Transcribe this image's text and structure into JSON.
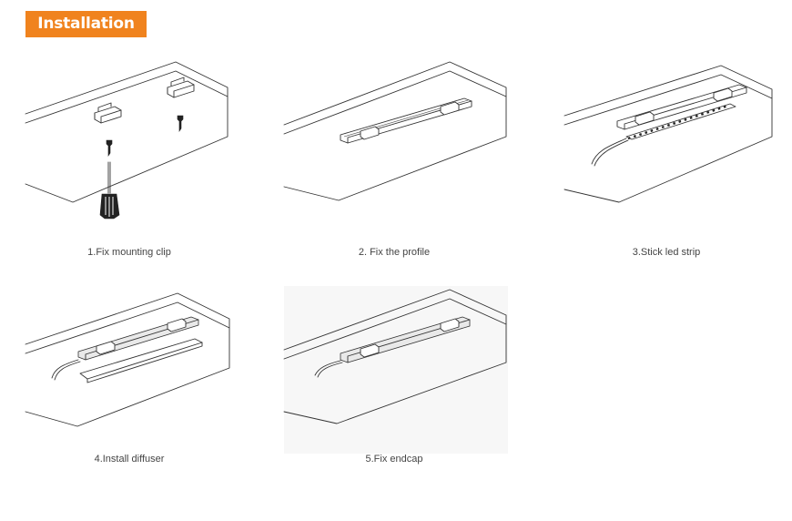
{
  "header": {
    "title": "Installation"
  },
  "colors": {
    "accent": "#f0831e",
    "line": "#333333",
    "caption": "#444444"
  },
  "steps": [
    {
      "label": "1.Fix mounting clip"
    },
    {
      "label": "2. Fix the profile"
    },
    {
      "label": "3.Stick led strip"
    },
    {
      "label": "4.Install diffuser"
    },
    {
      "label": "5.Fix endcap"
    }
  ]
}
